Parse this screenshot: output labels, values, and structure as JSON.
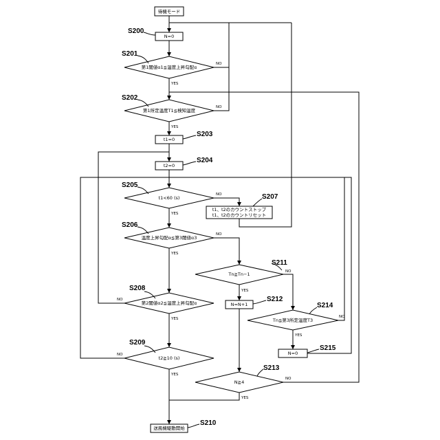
{
  "nodes": {
    "start": "待機モード",
    "s200": "N=0",
    "s201": "第1閾値α1≦温度上昇勾配α",
    "s202": "第1所定温度T1≦検知温度",
    "s203": "t1=0",
    "s204": "t2=0",
    "s205": "t1<60 (s)",
    "s206": "温度上昇勾配α≦第3閾値α3",
    "s207_line1": "t1、t2のカウントストップ",
    "s207_line2": "t1、t2のカウントリセット",
    "s208": "第2閾値α2≦温度上昇勾配α",
    "s209": "t2≧10 (s)",
    "s210": "送風機駆動開始",
    "s211": "Tn≧Tn−1",
    "s212": "N=N+1",
    "s213": "N≧4",
    "s214": "Tn≦第3所定温度T3",
    "s215": "N=0"
  },
  "step_labels": {
    "s200": "S200",
    "s201": "S201",
    "s202": "S202",
    "s203": "S203",
    "s204": "S204",
    "s205": "S205",
    "s206": "S206",
    "s207": "S207",
    "s208": "S208",
    "s209": "S209",
    "s210": "S210",
    "s211": "S211",
    "s212": "S212",
    "s213": "S213",
    "s214": "S214",
    "s215": "S215"
  },
  "branch_labels": {
    "yes": "YES",
    "no": "NO"
  }
}
